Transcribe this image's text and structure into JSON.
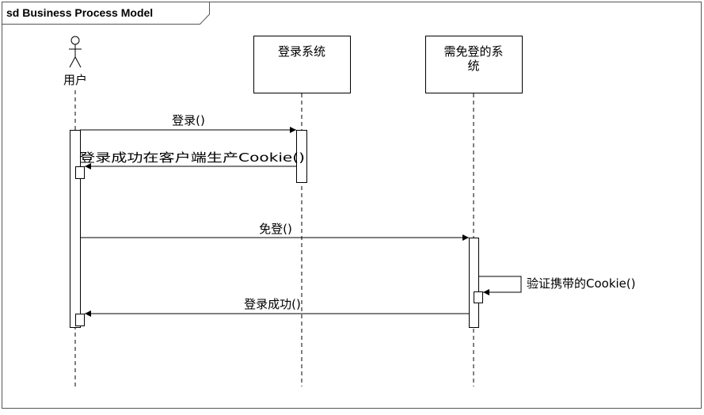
{
  "frame": {
    "title": "sd Business Process Model"
  },
  "lifelines": {
    "user": {
      "label": "用户"
    },
    "login_system": {
      "label": "登录系统"
    },
    "sso_system": {
      "label_line1": "需免登的系",
      "label_line2": "统"
    }
  },
  "messages": {
    "login": {
      "label": "登录()"
    },
    "login_success_cookie": {
      "label": "登录成功在客户端生产Cookie()"
    },
    "sso_login": {
      "label": "免登()"
    },
    "verify_cookie": {
      "label": "验证携带的Cookie()"
    },
    "login_success": {
      "label": "登录成功()"
    }
  }
}
